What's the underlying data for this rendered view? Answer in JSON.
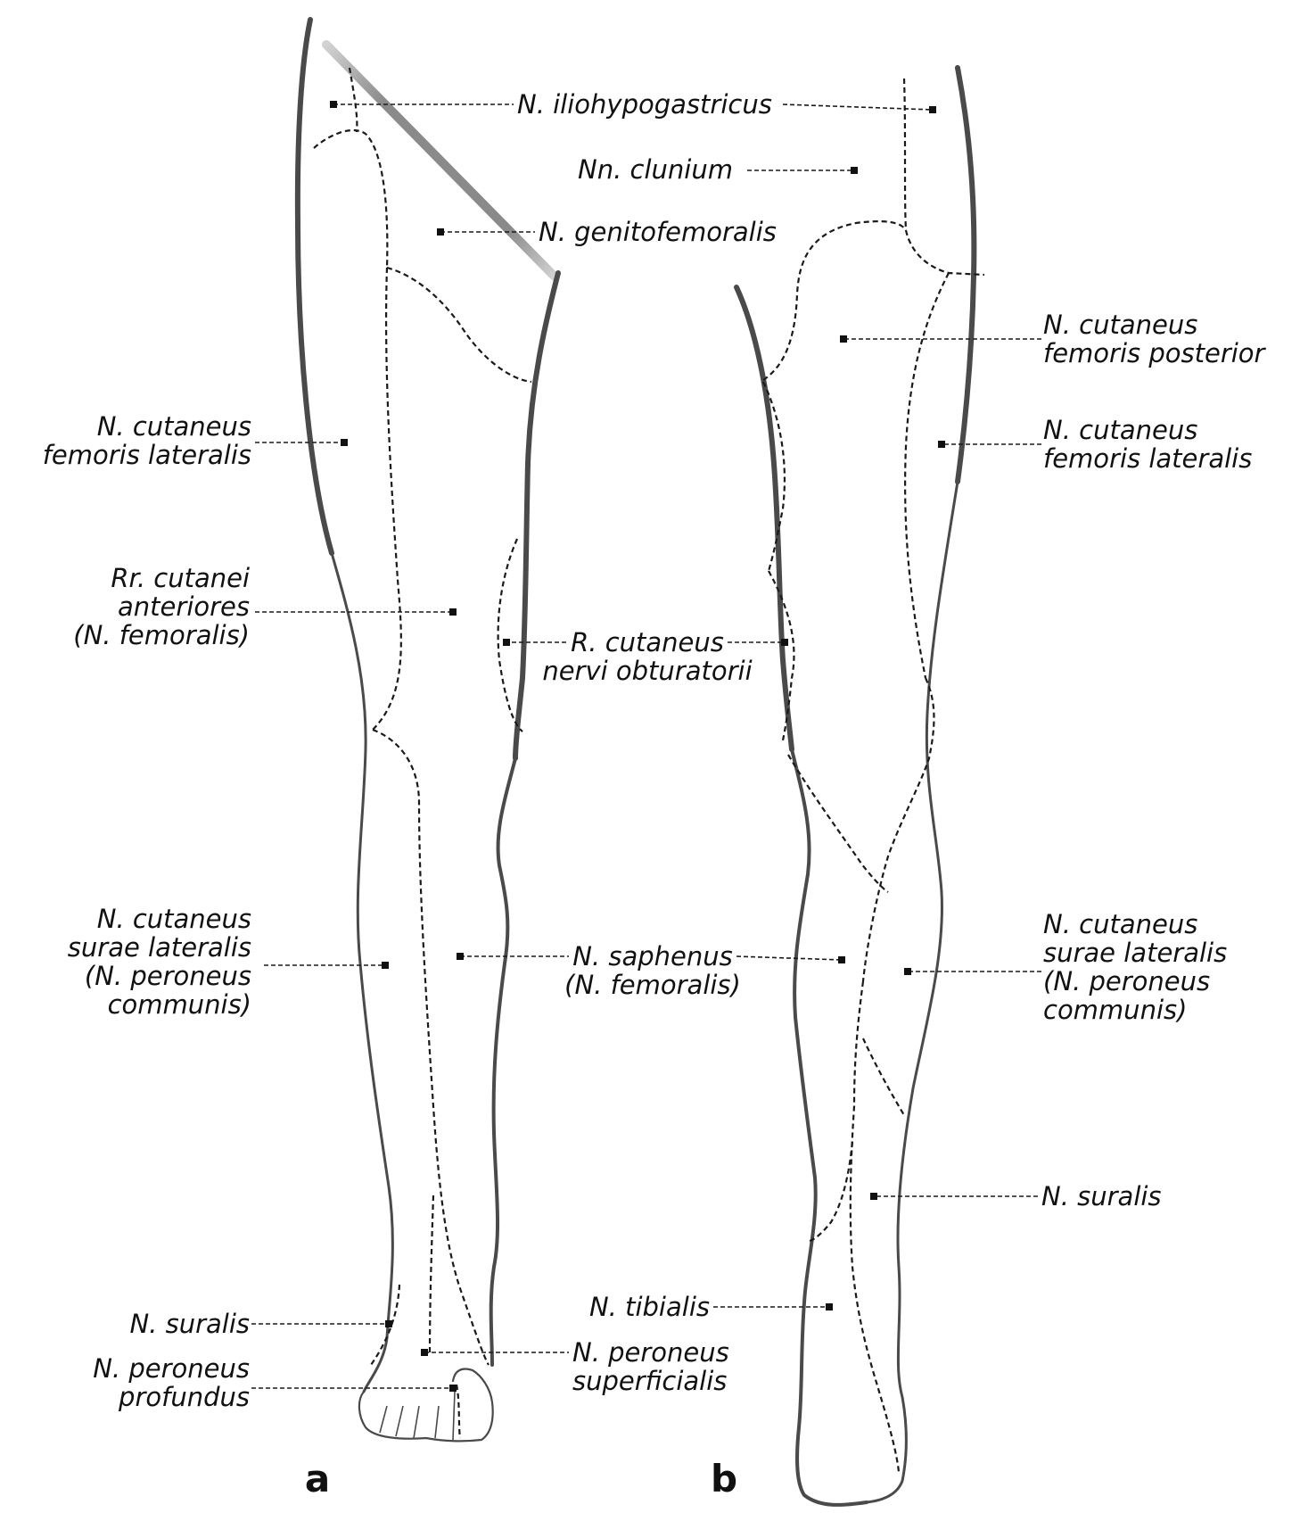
{
  "labels": {
    "iliohypogastricus": "N. iliohypogastricus",
    "clunium": "Nn. clunium",
    "genitofemoralis": "N. genitofemoralis",
    "cut_fem_lat_a_1": "N. cutaneus",
    "cut_fem_lat_a_2": "femoris lateralis",
    "cut_fem_post_1": "N. cutaneus",
    "cut_fem_post_2": "femoris posterior",
    "cut_fem_lat_b_1": "N. cutaneus",
    "cut_fem_lat_b_2": "femoris lateralis",
    "rr_cut_ant_1": "Rr. cutanei",
    "rr_cut_ant_2": "anteriores",
    "rr_cut_ant_3": "(N. femoralis)",
    "r_cut_obt_1": "R. cutaneus",
    "r_cut_obt_2": "nervi obturatorii",
    "cut_surae_a_1": "N. cutaneus",
    "cut_surae_a_2": "surae lateralis",
    "cut_surae_a_3": "(N. peroneus",
    "cut_surae_a_4": "communis)",
    "saphenus_1": "N. saphenus",
    "saphenus_2": "(N. femoralis)",
    "cut_surae_b_1": "N. cutaneus",
    "cut_surae_b_2": "surae lateralis",
    "cut_surae_b_3": "(N. peroneus",
    "cut_surae_b_4": "communis)",
    "suralis_b": "N. suralis",
    "tibialis": "N. tibialis",
    "suralis_a": "N. suralis",
    "per_prof_1": "N. peroneus",
    "per_prof_2": "profundus",
    "per_sup_1": "N. peroneus",
    "per_sup_2": "superficialis"
  },
  "panels": {
    "a": "a",
    "b": "b"
  },
  "colors": {
    "outline": "#4a4a4a",
    "line": "#1a1a1a",
    "text": "#111111",
    "background": "#ffffff"
  }
}
